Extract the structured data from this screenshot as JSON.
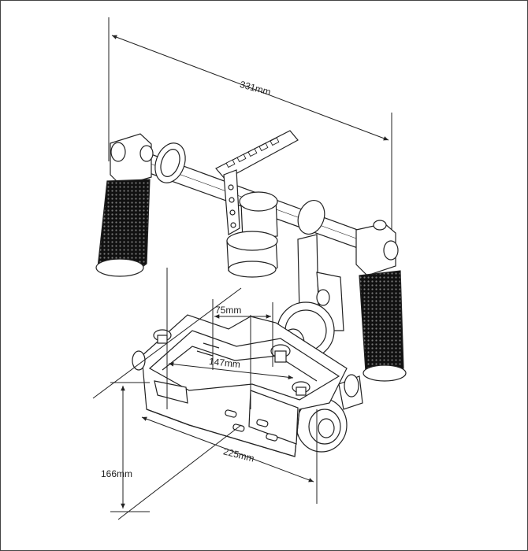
{
  "dimensions": {
    "width_overall": "331mm",
    "arm_offset": "75mm",
    "frame_inner_width": "147mm",
    "base_width": "225mm",
    "height": "166mm"
  },
  "colors": {
    "line": "#222222",
    "grip": "#111111",
    "background": "#ffffff"
  },
  "icons": [
    "gimbal-drawing"
  ]
}
